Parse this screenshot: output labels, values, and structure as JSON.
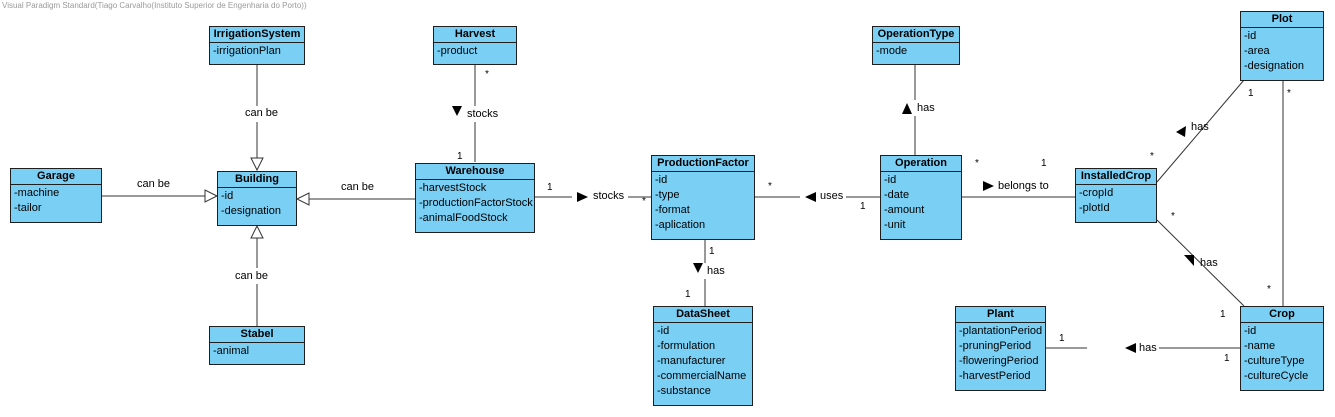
{
  "watermark": "Visual Paradigm Standard(Tiago Carvalho(Instituto Superior de Engenharia do Porto))",
  "classes": {
    "irrigation": {
      "name": "IrrigationSystem",
      "attrs": [
        "-irrigationPlan"
      ]
    },
    "harvest": {
      "name": "Harvest",
      "attrs": [
        "-product"
      ]
    },
    "garage": {
      "name": "Garage",
      "attrs": [
        "-machine",
        "-tailor"
      ]
    },
    "building": {
      "name": "Building",
      "attrs": [
        "-id",
        "-designation"
      ]
    },
    "stabel": {
      "name": "Stabel",
      "attrs": [
        "-animal"
      ]
    },
    "warehouse": {
      "name": "Warehouse",
      "attrs": [
        "-harvestStock",
        "-productionFactorStock",
        "-animalFoodStock"
      ]
    },
    "productionfactor": {
      "name": "ProductionFactor",
      "attrs": [
        "-id",
        "-type",
        "-format",
        "-aplication"
      ]
    },
    "datasheet": {
      "name": "DataSheet",
      "attrs": [
        "-id",
        "-formulation",
        "-manufacturer",
        "-commercialName",
        "-substance"
      ]
    },
    "operationtype": {
      "name": "OperationType",
      "attrs": [
        "-mode"
      ]
    },
    "operation": {
      "name": "Operation",
      "attrs": [
        "-id",
        "-date",
        "-amount",
        "-unit"
      ]
    },
    "installedcrop": {
      "name": "InstalledCrop",
      "attrs": [
        "-cropId",
        "-plotId"
      ]
    },
    "plot": {
      "name": "Plot",
      "attrs": [
        "-id",
        "-area",
        "-designation"
      ]
    },
    "plant": {
      "name": "Plant",
      "attrs": [
        "-plantationPeriod",
        "-pruningPeriod",
        "-floweringPeriod",
        "-harvestPeriod"
      ]
    },
    "crop": {
      "name": "Crop",
      "attrs": [
        "-id",
        "-name",
        "-cultureType",
        "-cultureCycle"
      ]
    }
  },
  "labels": {
    "irrigation_building": "can be",
    "garage_building": "can be",
    "warehouse_building": "can be",
    "stabel_building": "can be",
    "harvest_warehouse": "stocks",
    "warehouse_pf": "stocks",
    "pf_operation": "uses",
    "pf_datasheet": "has",
    "operation_optype": "has",
    "operation_installed": "belongs to",
    "installed_plot": "has",
    "installed_crop": "has",
    "crop_plant": "has"
  },
  "multiplicities": {
    "harvest_star": "*",
    "warehouse_one_top": "1",
    "warehouse_one_right": "1",
    "pf_star_left": "*",
    "pf_star_right": "*",
    "operation_one_left": "1",
    "pf_one_bottom": "1",
    "datasheet_one": "1",
    "operation_star_right": "*",
    "installed_one_left": "1",
    "installed_star_top": "*",
    "plot_one": "1",
    "plot_star": "*",
    "installed_star_bottom": "*",
    "crop_star_top": "*",
    "crop_one_top": "1",
    "plant_one": "1",
    "crop_one_left": "1"
  }
}
